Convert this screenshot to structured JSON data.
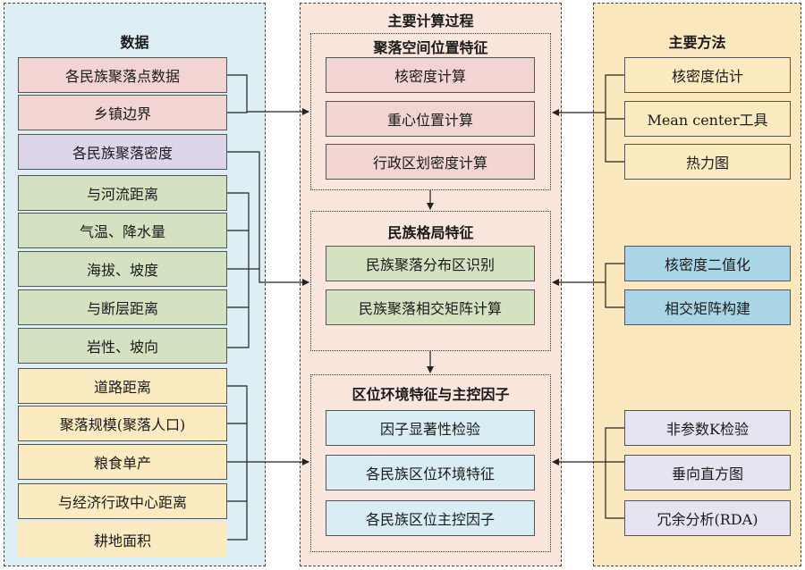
{
  "colors": {
    "left_panel_bg": "#deeef5",
    "center_panel_bg": "#fae6dc",
    "right_panel_bg": "#fce8bf",
    "pink": "#f2d4d2",
    "purple": "#ddd6ea",
    "green": "#d4e2c2",
    "cream": "#fcebc0",
    "blue": "#a9d5e6",
    "lightblue": "#d9eef4",
    "lavender": "#e7e3f0"
  },
  "left": {
    "title": "数据",
    "items": [
      {
        "label": "各民族聚落点数据"
      },
      {
        "label": "乡镇边界"
      },
      {
        "label": "各民族聚落密度"
      },
      {
        "label": "与河流距离"
      },
      {
        "label": "气温、降水量"
      },
      {
        "label": "海拔、坡度"
      },
      {
        "label": "与断层距离"
      },
      {
        "label": "岩性、坡向"
      },
      {
        "label": "道路距离"
      },
      {
        "label": "聚落规模(聚落人口)"
      },
      {
        "label": "粮食单产"
      },
      {
        "label": "与经济行政中心距离"
      },
      {
        "label": "耕地面积"
      }
    ]
  },
  "center": {
    "title": "主要计算过程",
    "groups": [
      {
        "title": "聚落空间位置特征",
        "items": [
          "核密度计算",
          "重心位置计算",
          "行政区划密度计算"
        ]
      },
      {
        "title": "民族格局特征",
        "items": [
          "民族聚落分布区识别",
          "民族聚落相交矩阵计算"
        ]
      },
      {
        "title": "区位环境特征与主控因子",
        "items": [
          "因子显著性检验",
          "各民族区位环境特征",
          "各民族区位主控因子"
        ]
      }
    ]
  },
  "right": {
    "title": "主要方法",
    "groups": [
      [
        "核密度估计",
        "Mean center工具",
        "热力图"
      ],
      [
        "核密度二值化",
        "相交矩阵构建"
      ],
      [
        "非参数K检验",
        "垂向直方图",
        "冗余分析(RDA)"
      ]
    ]
  }
}
